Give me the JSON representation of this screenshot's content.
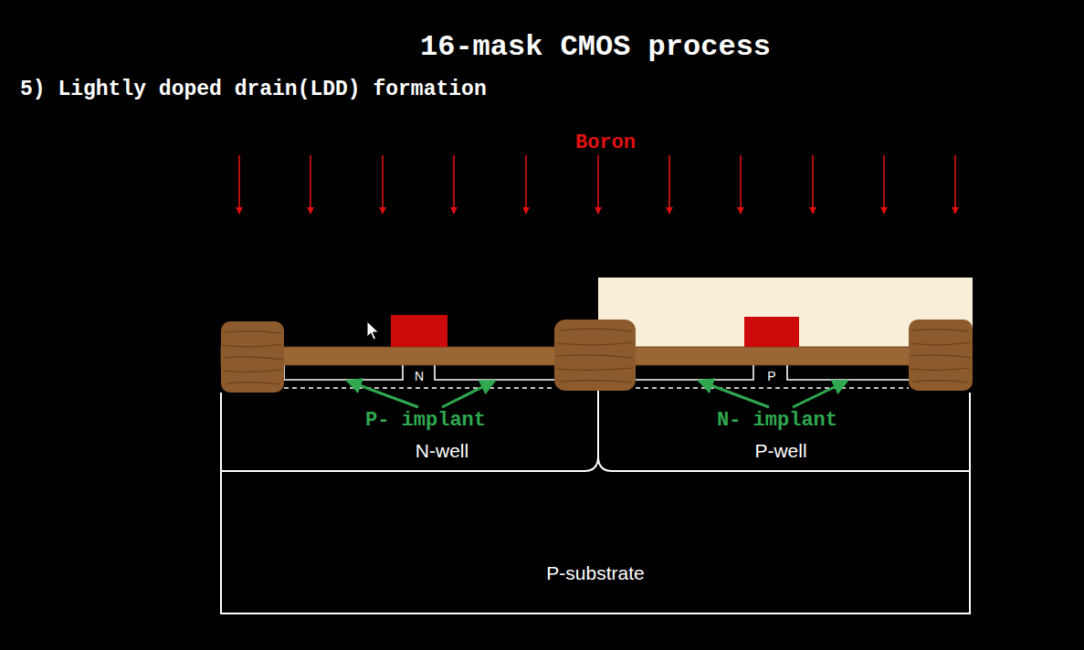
{
  "diagram": {
    "title": "16-mask CMOS process",
    "nodes": [
      {
        "text": [
          "P-substrate"
        ]
      },
      {
        "text": [
          "N-well"
        ],
        "in": 0
      },
      {
        "text": [
          "P-well"
        ],
        "in": 0
      }
    ],
    "labels": [
      "5) Lightly doped drain(LDD) formation",
      "Boron",
      "N",
      "P",
      "P- implant",
      "N- implant"
    ]
  }
}
